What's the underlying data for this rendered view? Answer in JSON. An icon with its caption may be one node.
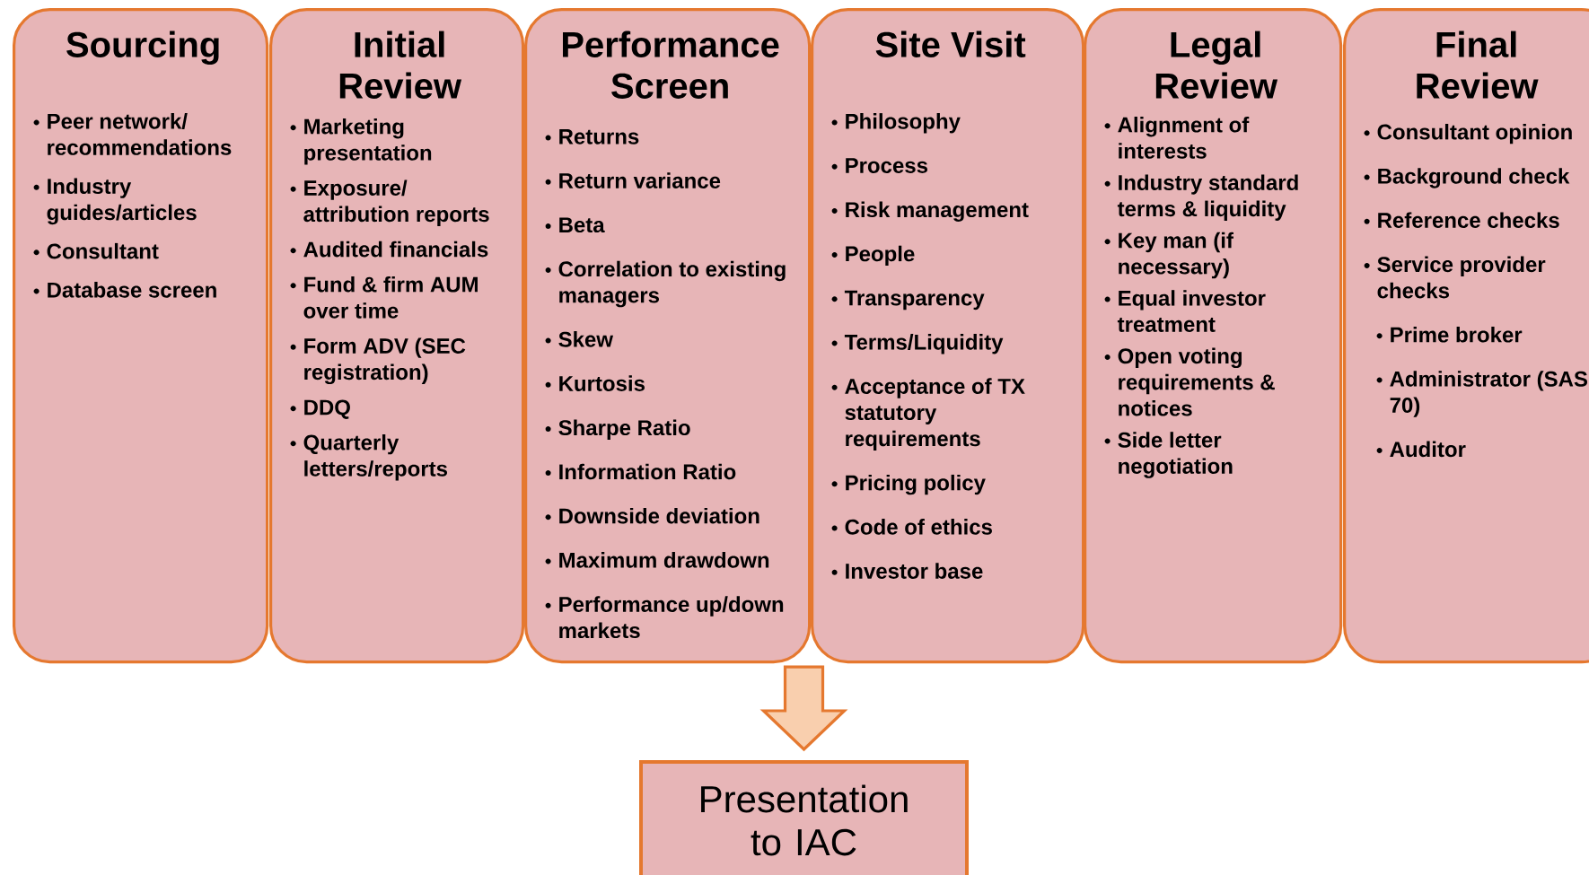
{
  "diagram": {
    "nodes": [
      {
        "text": [
          "Sourcing",
          "Peer network/ recommendations",
          "Industry guides/articles",
          "Consultant",
          "Database screen"
        ]
      },
      {
        "text": [
          "Initial Review",
          "Marketing presentation",
          "Exposure/ attribution reports",
          "Audited financials",
          "Fund & firm AUM over time",
          "Form ADV (SEC registration)",
          "DDQ",
          "Quarterly letters/reports"
        ]
      },
      {
        "text": [
          "Performance Screen",
          "Returns",
          "Return variance",
          "Beta",
          "Correlation to existing managers",
          "Skew",
          "Kurtosis",
          "Sharpe Ratio",
          "Information Ratio",
          "Downside deviation",
          "Maximum drawdown",
          "Performance up/down markets"
        ]
      },
      {
        "text": [
          "Site Visit",
          "Philosophy",
          "Process",
          "Risk management",
          "People",
          "Transparency",
          "Terms/Liquidity",
          "Acceptance of TX statutory requirements",
          "Pricing policy",
          "Code of ethics",
          "Investor base"
        ]
      },
      {
        "text": [
          "Legal Review",
          "Alignment of interests",
          "Industry standard terms & liquidity",
          "Key man (if necessary)",
          "Equal investor treatment",
          "Open voting requirements & notices",
          "Side letter negotiation"
        ]
      },
      {
        "text": [
          "Final Review",
          "Consultant opinion",
          "Background check",
          "Reference checks",
          "Service provider checks",
          "Prime broker",
          "Administrator (SAS 70)",
          "Auditor"
        ]
      },
      {
        "text": [
          "Presentation to IAC"
        ]
      }
    ],
    "edges": [
      {
        "from": 2,
        "to": 6,
        "arrow": "to"
      }
    ]
  }
}
